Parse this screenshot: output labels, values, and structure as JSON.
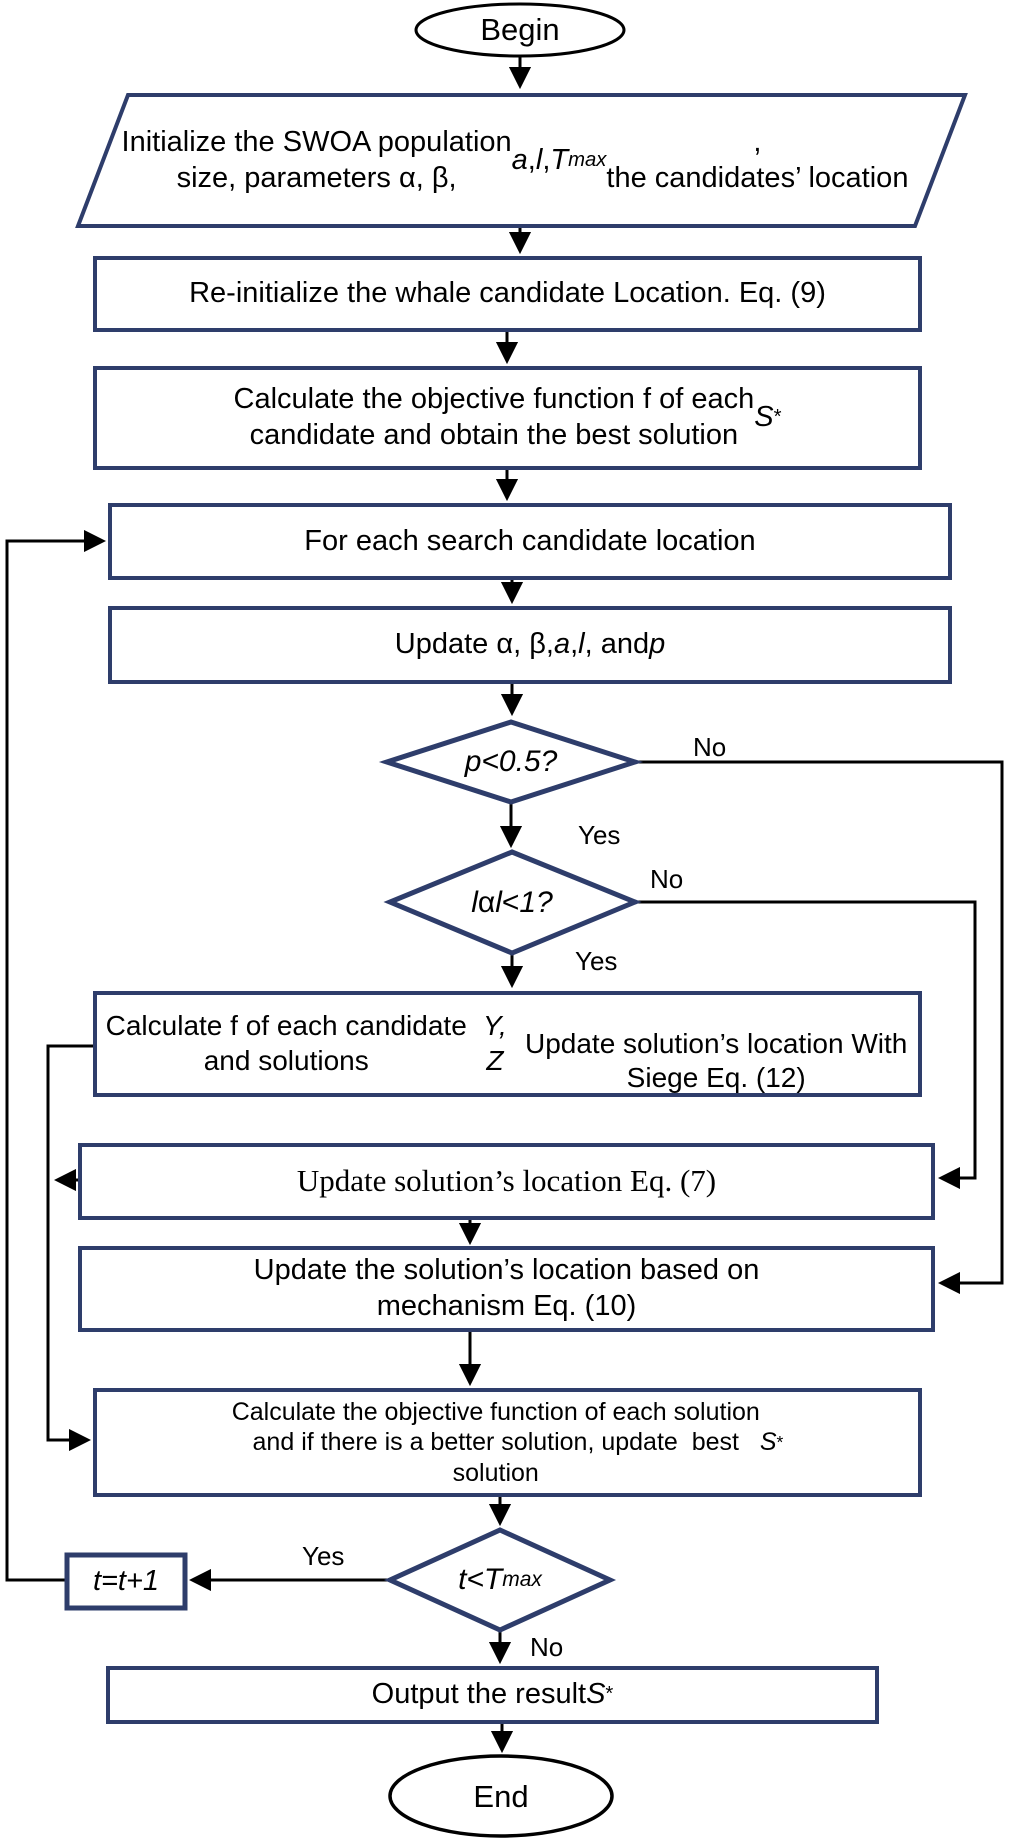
{
  "diagram": {
    "type": "flowchart",
    "colors": {
      "shape_border": "#2e3d6b",
      "terminal_border": "#000000",
      "connector": "#000000",
      "background": "#ffffff",
      "text": "#000000"
    },
    "nodes": {
      "begin": {
        "type": "terminal",
        "label": "Begin"
      },
      "init": {
        "type": "input",
        "label_html": "Initialize the SWOA population<br>size, parameters α, β, <i>a</i>, <i>l</i>, <i>T</i><sub><i>max</i></sub>,<br>the candidates&#8217; location"
      },
      "reinit": {
        "type": "process",
        "label_html": "Re-initialize the whale candidate Location. Eq. (9)"
      },
      "calc_cand": {
        "type": "process",
        "label_html": "Calculate the objective function f of each<br>candidate and obtain the best solution <i>S</i><sup>*</sup>"
      },
      "for_each": {
        "type": "process",
        "label_html": "For each search candidate location"
      },
      "update_params": {
        "type": "process",
        "label_html": "Update α, β, <i>a</i>, <i>l</i>, and <i>p</i>"
      },
      "decision_p": {
        "type": "decision",
        "label_html": "<i>p&lt;0.5?</i>"
      },
      "decision_alpha": {
        "type": "decision",
        "label_html": "<i>l</i> α <i>l</i>&lt;<i>1?</i>"
      },
      "siege": {
        "type": "process",
        "label_html": "Calculate f of each candidate and solutions <i>Y, Z</i><br>Update solution&#8217;s location With Siege Eq. (12)"
      },
      "eq7": {
        "type": "process",
        "label_html": "Update solution&#8217;s location Eq. (7)"
      },
      "eq10": {
        "type": "process",
        "label_html": "Update the solution&#8217;s location based on<br>mechanism Eq. (10)"
      },
      "calc_sol": {
        "type": "process",
        "label_html": "Calculate the objective function of each solution<br>and if there is a better solution, update&nbsp; best<br>solution <i>S</i><sup>*</sup>"
      },
      "t_inc": {
        "type": "process",
        "label_html": "<i>t=t+1</i>"
      },
      "decision_t": {
        "type": "decision",
        "label_html": "<i>t&lt;T</i><sub><i>max</i></sub>"
      },
      "output": {
        "type": "process",
        "label_html": "Output the result <i>S</i><sup>*</sup>"
      },
      "end": {
        "type": "terminal",
        "label": "End"
      }
    },
    "edge_labels": {
      "p_no": "No",
      "p_yes": "Yes",
      "alpha_no": "No",
      "alpha_yes": "Yes",
      "t_yes": "Yes",
      "t_no": "No"
    }
  }
}
